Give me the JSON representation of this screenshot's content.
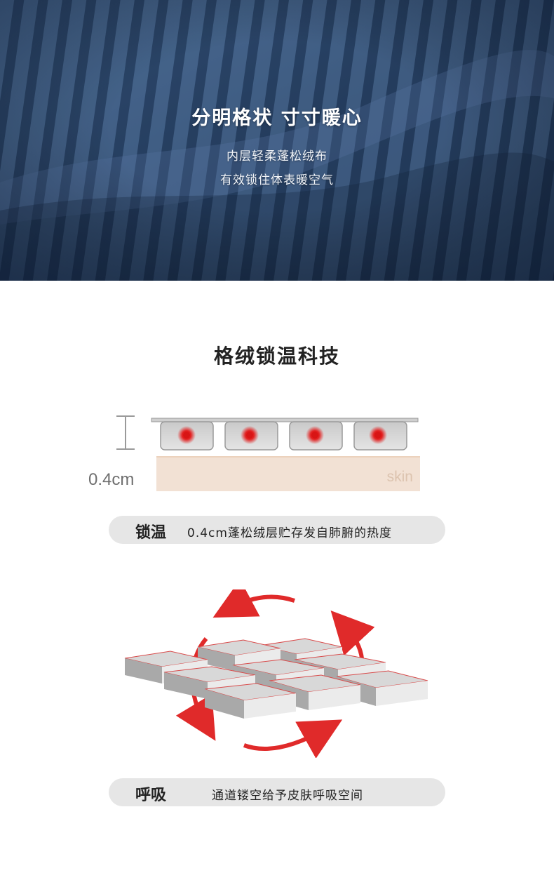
{
  "hero": {
    "title": "分明格状 寸寸暖心",
    "line1": "内层轻柔蓬松绒布",
    "line2": "有效锁住体表暖空气"
  },
  "section_title": "格绒锁温科技",
  "diagram1": {
    "measure": "0.4cm",
    "skin": "skin",
    "heat_dot_color": "#e02424",
    "skin_color": "#f2e1d4"
  },
  "feature_warm": {
    "label": "锁温",
    "text": "0.4cm蓬松绒层贮存发自肺腑的热度"
  },
  "feature_breath": {
    "label": "呼吸",
    "text": "通道镂空给予皮肤呼吸空间"
  },
  "colors": {
    "hero_blue": "#2f4c70",
    "arrow_red": "#e02a2a",
    "pill_bg": "#e6e6e6",
    "block_top": "#d8d8d8",
    "block_side": "#a9a9a9",
    "block_edge": "#d84a4a"
  }
}
